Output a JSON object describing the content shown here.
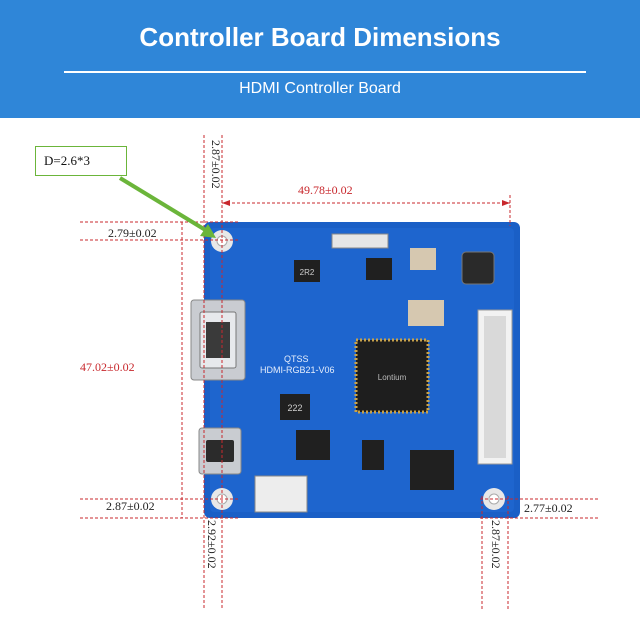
{
  "header": {
    "title": "Controller Board Dimensions",
    "subtitle": "HDMI Controller Board"
  },
  "callout": {
    "label": "D=2.6*3"
  },
  "dimensions": {
    "top_left_offset": "2.87±0.02",
    "width": "49.78±0.02",
    "hole_offset_top": "2.79±0.02",
    "height": "47.02±0.02",
    "bottom_left_offset": "2.87±0.02",
    "bottom_left_vertical": "2.92±0.02",
    "bottom_right_offset": "2.77±0.02",
    "bottom_right_vertical": "2.87±0.02"
  },
  "board_markings": {
    "model_line1": "QTSS",
    "model_line2": "HDMI-RGB21-V06",
    "chip_main": "Lontium",
    "chip_ic": "222",
    "chip_rb": "2R2"
  },
  "colors": {
    "header": "#2f86d8",
    "board": "#1a5fc6",
    "dimension": "#c8282d",
    "callout": "#6bb53a"
  }
}
